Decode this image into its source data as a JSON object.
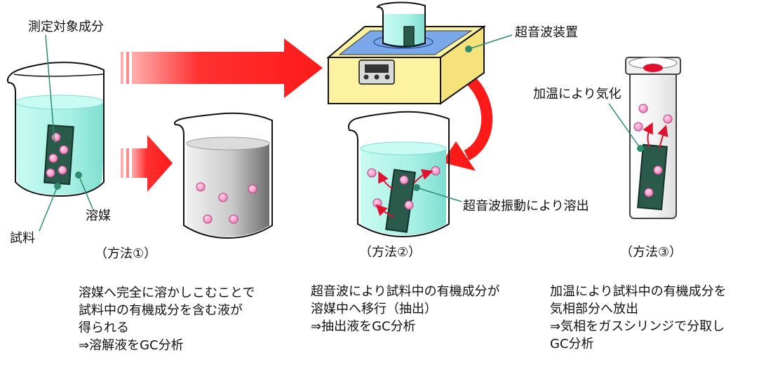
{
  "labels": {
    "target_component": "測定対象成分",
    "sample": "試料",
    "solvent": "溶媒",
    "ultrasonic_device": "超音波装置",
    "heat_vaporize": "加温により気化",
    "ultrasonic_elute": "超音波振動により溶出"
  },
  "captions": {
    "method1": "（方法①）",
    "method2": "（方法②）",
    "method3": "（方法③）"
  },
  "descriptions": {
    "method1": [
      "溶媒へ完全に溶かしこむことで",
      "試料中の有機成分を含む液が",
      "得られる",
      "⇒溶解液をGC分析"
    ],
    "method2": [
      "超音波により試料中の有機成分が",
      "溶媒中へ移行（抽出）",
      "⇒抽出液をGC分析"
    ],
    "method3": [
      "加温により試料中の有機成分を",
      "気相部分へ放出",
      "⇒気相をガスシリンジで分取し",
      "GC分析"
    ]
  },
  "colors": {
    "solvent": "#a8f0e4",
    "sample": "#2a5a4a",
    "component": "#f29ac8",
    "arrow": "#ff1a1a",
    "device": "#fdf2a0",
    "leader": "#2e8b6e",
    "cap": "#e0102e"
  }
}
